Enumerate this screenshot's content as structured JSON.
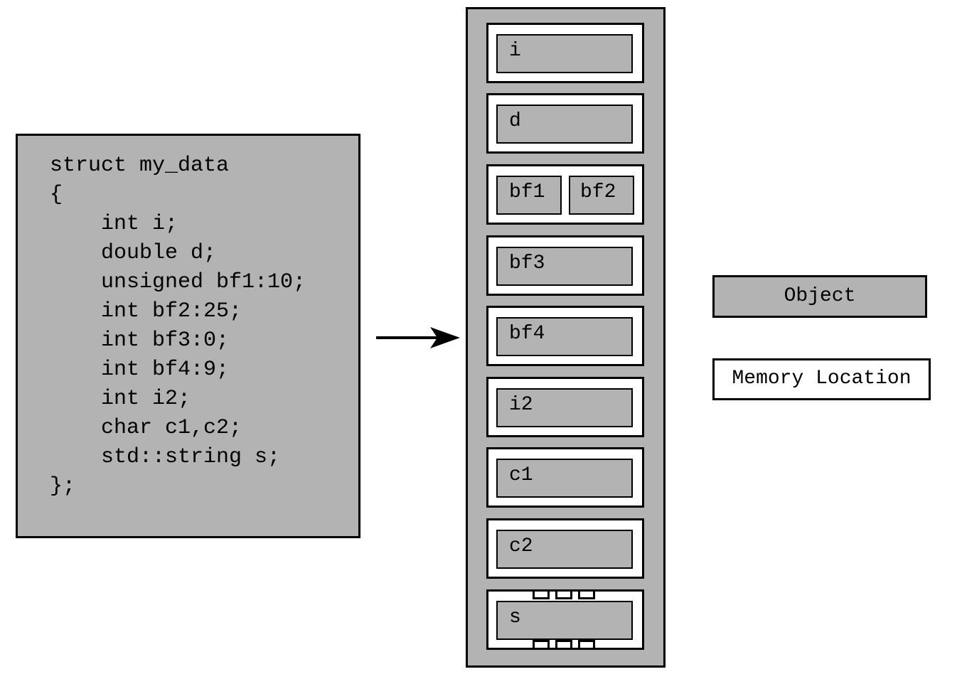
{
  "code": {
    "lines": [
      "struct my_data",
      "{",
      "    int i;",
      "    double d;",
      "    unsigned bf1:10;",
      "    int bf2:25;",
      "    int bf3:0;",
      "    int bf4:9;",
      "    int i2;",
      "    char c1,c2;",
      "    std::string s;",
      "};"
    ]
  },
  "memory": {
    "locations": [
      {
        "objects": [
          "i"
        ]
      },
      {
        "objects": [
          "d"
        ]
      },
      {
        "objects": [
          "bf1",
          "bf2"
        ]
      },
      {
        "objects": [
          "bf3"
        ]
      },
      {
        "objects": [
          "bf4"
        ]
      },
      {
        "objects": [
          "i2"
        ]
      },
      {
        "objects": [
          "c1"
        ]
      },
      {
        "objects": [
          "c2"
        ]
      },
      {
        "objects": [
          "s"
        ]
      }
    ]
  },
  "legend": {
    "object_label": "Object",
    "memory_location_label": "Memory Location"
  },
  "colors": {
    "object_fill": "#b3b3b3",
    "memory_location_fill": "#ffffff",
    "outline": "#000000"
  }
}
